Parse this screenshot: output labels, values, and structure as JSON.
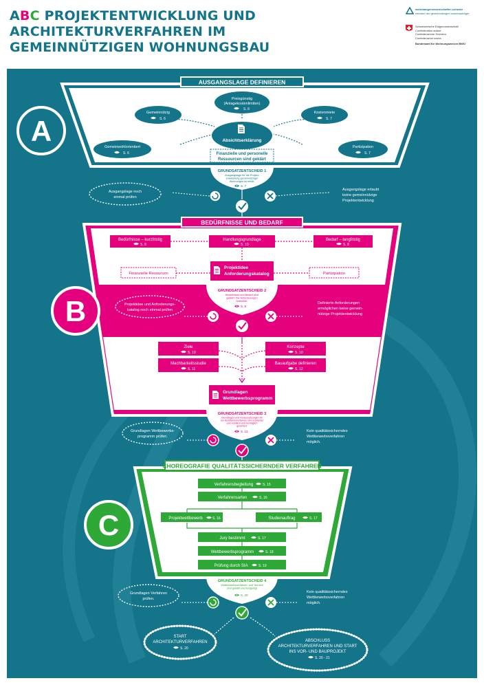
{
  "title": {
    "a": "A",
    "b": "B",
    "c": "C",
    "line1_rest": " PROJEKTENTWICKLUNG UND",
    "line2": "ARCHITEKTURVERFAHREN IM",
    "line3": "GEMEINNÜTZIGEN WOHNUNGSBAU"
  },
  "logos": {
    "wbs1": "wohnbaugenossenschaften schweiz",
    "wbs2": "verband der gemeinnützigen wohnbauträger",
    "conf1": "Schweizerische Eidgenossenschaft",
    "conf2": "Confédération suisse",
    "conf3": "Confederazione Svizzera",
    "conf4": "Confederaziun svizra",
    "office": "Bundesamt für Wohnungswesen BWO"
  },
  "colors": {
    "teal": "#13748a",
    "pink": "#e5007e",
    "green": "#2ea836",
    "white": "#ffffff"
  },
  "icons": {
    "page": "eye-icon",
    "doc": "document-icon",
    "back": "loop-back-icon",
    "yes": "check-icon",
    "no": "cross-icon"
  },
  "section_a": {
    "letter": "A",
    "header": "AUSGANGSLAGE DEFINIEREN",
    "preisguenstig_1": "Preisgünstig",
    "preisguenstig_2": "(Anlagekostenlimiten)",
    "preisguenstig_page": "S. 6",
    "gemeinnuetzig": "Gemeinnützig",
    "gemeinnuetzig_page": "S. 6",
    "kostenmiete": "Kostenmiete",
    "kostenmiete_page": "S. 7",
    "gemeinwohl": "Gemeinwohlorientiert",
    "gemeinwohl_page": "S. 6",
    "partizipation": "Partizipation",
    "partizipation_page": "S. 7",
    "absicht": "Absichtserklärung",
    "fin_1": "Finanzielle und personelle",
    "fin_2": "Ressourcen sind geklärt",
    "gs_title": "GRUNDSATZENTSCHEID 1",
    "gs_1": "Ausgangslage für die Projekt-",
    "gs_2": "entwicklung gemeinnütziger",
    "gs_3": "Wohnungen ist erfüllt.",
    "gs_page": "S. 7",
    "left_1": "Ausgangslage noch",
    "left_2": "einmal prüfen",
    "right_1": "Ausgangslage erlaubt",
    "right_2": "keine gemeinnützige",
    "right_3": "Projektentwicklung"
  },
  "section_b": {
    "letter": "B",
    "header": "BEDÜRFNISSE UND BEDARF",
    "kurz": "Bedürfnisse – kurzfristig",
    "kurz_page": "S. 8",
    "handlung": "Handlungsgrundlage",
    "handlung_page": "S. 10",
    "lang": "Bedarf – langfristig",
    "lang_page": "S. 8",
    "fin": "Finanzielle Resourcen",
    "partizipation": "Partizipation",
    "idee_1": "Projektidee",
    "idee_2": "Anforderungskatalog",
    "gs_title": "GRUNDSATZENTSCHEID 2",
    "gs_1": "Bedürfnisse und Bedarf sind",
    "gs_2": "geklärt. Die Anforderungen",
    "gs_3": "formuliert.",
    "gs_page": "S. 9",
    "left_1": "Projektidee und Anforderungs-",
    "left_2": "katalog noch einmal prüfen",
    "right_1": "Definierte Anforderungen",
    "right_2": "ermöglichen keine gemein-",
    "right_3": "nützige Projektentwicklung",
    "ziele": "Ziele",
    "ziele_page": "S. 10",
    "konzepte": "Konzepte",
    "konzepte_page": "S. 10",
    "machbar": "Machbarkeitsstudie",
    "machbar_page": "S. 11",
    "bauaufgabe": "Bauaufgabe definieren",
    "bauaufgabe_page": "S. 12",
    "grund_1": "Grundlagen",
    "grund_2": "Wettbewerbsprogramm",
    "gs3_title": "GRUNDSATZENTSCHEID 3",
    "gs3_1": "Grundlagen und Voraussetzungen für",
    "gs3_2": "ein Architekturverfahren sind erarbeitet",
    "gs3_3": "und rechtlich und verträglich",
    "gs3_4": "gesichert.",
    "gs3_page": "S. 13",
    "left3_1": "Grundlagen Wettbewerbs-",
    "left3_2": "programm prüfen.",
    "right3_1": "Kein qualitätssicherndes",
    "right3_2": "Wettbewerbsverfahren",
    "right3_3": "möglich."
  },
  "section_c": {
    "letter": "C",
    "header": "CHOREOGRAFIE QUALITÄTSSICHERNDER VERFAHREN",
    "begleitung": "Verfahrensbegleitung",
    "begleitung_page": "S. 15",
    "arten": "Verfahrensarten",
    "arten_page": "S. 16",
    "wettbewerb": "Projektwettbewerb",
    "wettbewerb_page": "S. 16",
    "studien": "Studienauftrag",
    "studien_page": "S. 17",
    "jury": "Jury bestimmt",
    "jury_page": "S. 17",
    "programm": "Wettbewerbsprogramm",
    "programm_page": "S. 18",
    "sia": "Prüfung durch SIA",
    "sia_page": "S. 19",
    "gs_title": "GRUNDSATZENTSCHEID 4",
    "gs_1": "Wettbewerbsverfahren- und Termine",
    "gs_2": "sind geklärt und festgelegt",
    "gs_page": "S. 20",
    "left_1": "Grundlagen Verfahren",
    "left_2": "prüfen.",
    "right_1": "Kein qualitätssicherndes",
    "right_2": "Wettbewerbsverfahren",
    "right_3": "möglich.",
    "start_1": "START",
    "start_2": "ARCHITEKTURVERFAHREN",
    "start_page": "S. 20",
    "end_1": "ABSCHLUSS",
    "end_2": "ARCHITEKTURVERFAHREN UND START",
    "end_3": "INS VOR- UND BAUPROJEKT",
    "end_page": "S. 20 - 21"
  }
}
